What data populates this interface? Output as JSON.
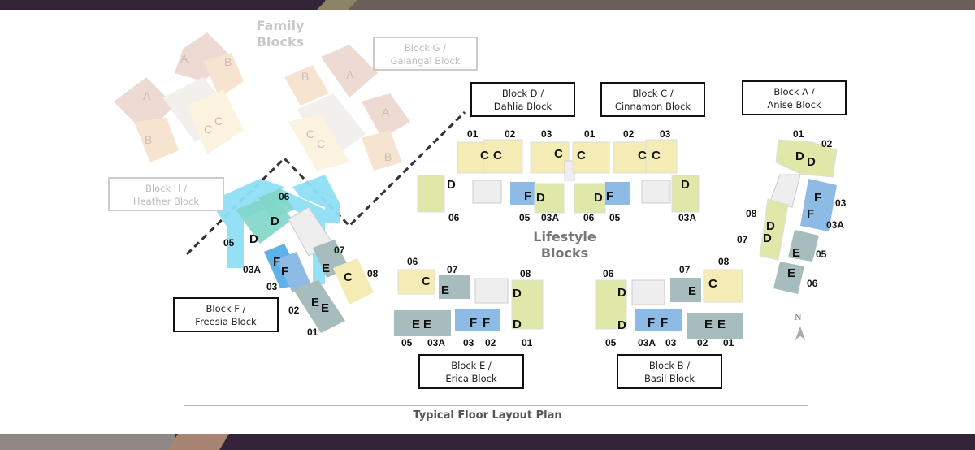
{
  "colors": {
    "band_dark": "#33243a",
    "band_tan": "#8d8468",
    "band_taupe": "#6e5e59",
    "band_grey": "#918885",
    "band_copper": "#a88573",
    "type_C": "#f4ecb4",
    "type_D": "#dfe8a8",
    "type_E": "#a7bcbc",
    "type_F": "#8dbbe6",
    "highlight": "#8fe0f5",
    "faded_A": "#ecd6cf",
    "faded_B": "#f6e2cd",
    "faded_C": "#fbf1dc"
  },
  "groups": {
    "family": {
      "line1": "Family",
      "line2": "Blocks"
    },
    "lifestyle": {
      "line1": "Lifestyle",
      "line2": "Blocks"
    }
  },
  "blocks": {
    "G": {
      "line1": "Block G /",
      "line2": "Galangal Block"
    },
    "H": {
      "line1": "Block H /",
      "line2": "Heather Block"
    },
    "D": {
      "line1": "Block D /",
      "line2": "Dahlia Block"
    },
    "C": {
      "line1": "Block C /",
      "line2": "Cinnamon Block"
    },
    "A": {
      "line1": "Block A /",
      "line2": "Anise Block"
    },
    "F": {
      "line1": "Block F /",
      "line2": "Freesia Block"
    },
    "E": {
      "line1": "Block E /",
      "line2": "Erica Block"
    },
    "B": {
      "line1": "Block B /",
      "line2": "Basil Block"
    }
  },
  "family_blocks": {
    "left": {
      "types": [
        "A",
        "B",
        "A",
        "B",
        "C",
        "C"
      ]
    },
    "right": {
      "types": [
        "B",
        "A",
        "A",
        "B",
        "C",
        "C"
      ]
    }
  },
  "block_D": {
    "top_units": [
      "01",
      "02",
      "03"
    ],
    "top_types": [
      "C",
      "C",
      "C"
    ],
    "bottom_units": [
      "06",
      "05",
      "03A"
    ],
    "bottom_types": [
      "D",
      "F",
      "D"
    ]
  },
  "block_C": {
    "top_units": [
      "01",
      "02",
      "03"
    ],
    "top_types": [
      "C",
      "C",
      "C"
    ],
    "bottom_units": [
      "06",
      "05",
      "03A"
    ],
    "bottom_types": [
      "D",
      "F",
      "D"
    ]
  },
  "block_A": {
    "units": [
      "01",
      "02",
      "03",
      "03A",
      "08",
      "07",
      "05",
      "06"
    ],
    "types": [
      "D",
      "D",
      "F",
      "F",
      "D",
      "D",
      "E",
      "E"
    ]
  },
  "block_F": {
    "units": [
      "06",
      "05",
      "07",
      "03A",
      "08",
      "03",
      "02",
      "01"
    ],
    "types": [
      "D",
      "D",
      "F",
      "F",
      "E",
      "C",
      "E",
      "E"
    ]
  },
  "block_E": {
    "top_units": [
      "06",
      "07",
      "08"
    ],
    "top_types": [
      "C",
      "E",
      "D"
    ],
    "bottom_units": [
      "05",
      "03A",
      "03",
      "02",
      "01"
    ],
    "bottom_types": [
      "E",
      "E",
      "F",
      "F",
      "D"
    ]
  },
  "block_B": {
    "top_units": [
      "06",
      "07",
      "08"
    ],
    "top_types": [
      "D",
      "E",
      "C"
    ],
    "bottom_units": [
      "05",
      "03A",
      "03",
      "02",
      "01"
    ],
    "bottom_types": [
      "D",
      "F",
      "F",
      "E",
      "E"
    ]
  },
  "compass": {
    "label": "N"
  },
  "caption": "Typical Floor Layout Plan"
}
